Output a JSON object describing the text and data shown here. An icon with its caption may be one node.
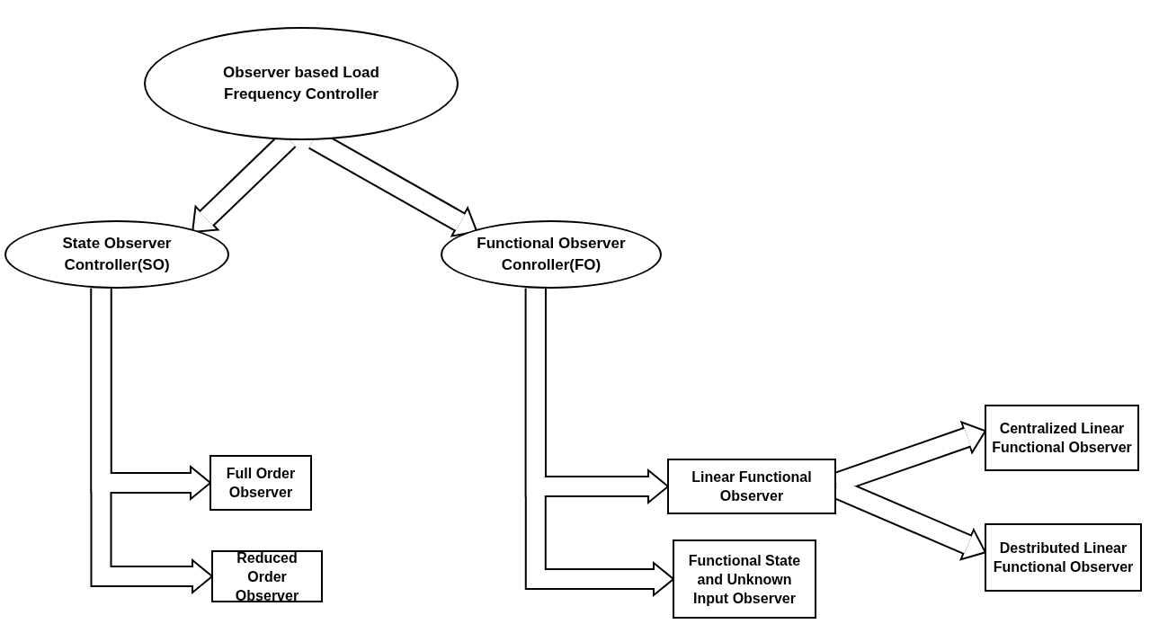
{
  "diagram": {
    "nodes": [
      {
        "text": [
          "Observer based Load Frequency Controller"
        ]
      },
      {
        "text": [
          "State Observer Controller(SO)"
        ]
      },
      {
        "text": [
          "Functional Observer Conroller(FO)"
        ]
      },
      {
        "text": [
          "Full Order Observer"
        ]
      },
      {
        "text": [
          "Reduced Order Observer"
        ]
      },
      {
        "text": [
          "Linear Functional Observer"
        ]
      },
      {
        "text": [
          "Functional State and Unknown Input Observer"
        ]
      },
      {
        "text": [
          "Centralized Linear Functional Observer"
        ]
      },
      {
        "text": [
          "Destributed Linear Functional Observer"
        ]
      }
    ],
    "edges": [
      {
        "from": 0,
        "to": 1,
        "arrow": "to"
      },
      {
        "from": 0,
        "to": 2,
        "arrow": "to"
      },
      {
        "from": 1,
        "to": 3,
        "arrow": "to"
      },
      {
        "from": 1,
        "to": 4,
        "arrow": "to"
      },
      {
        "from": 2,
        "to": 5,
        "arrow": "to"
      },
      {
        "from": 2,
        "to": 6,
        "arrow": "to"
      },
      {
        "from": 5,
        "to": 7,
        "arrow": "to"
      },
      {
        "from": 5,
        "to": 8,
        "arrow": "to"
      }
    ]
  }
}
